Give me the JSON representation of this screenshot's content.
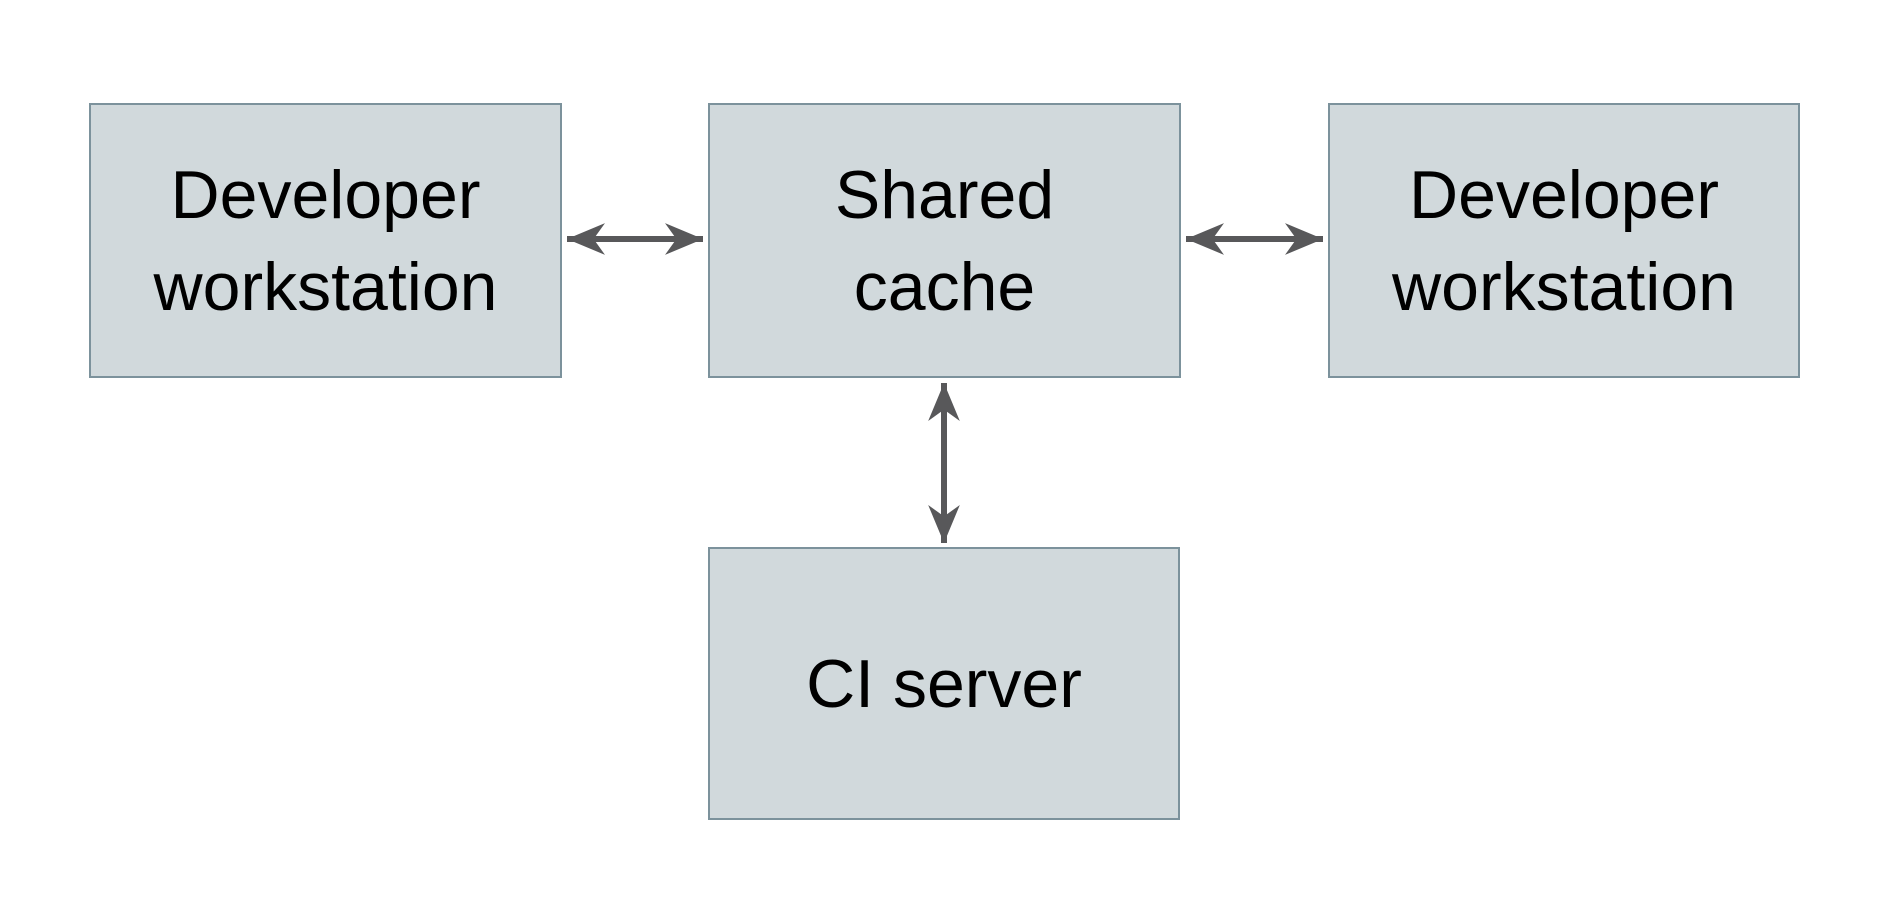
{
  "diagram": {
    "nodes": [
      {
        "id": "developer-workstation-left",
        "label": "Developer\nworkstation"
      },
      {
        "id": "shared-cache",
        "label": "Shared\ncache"
      },
      {
        "id": "developer-workstation-right",
        "label": "Developer\nworkstation"
      },
      {
        "id": "ci-server",
        "label": "CI server"
      }
    ],
    "edges": [
      {
        "from": "developer-workstation-left",
        "to": "shared-cache",
        "direction": "bidirectional"
      },
      {
        "from": "shared-cache",
        "to": "developer-workstation-right",
        "direction": "bidirectional"
      },
      {
        "from": "shared-cache",
        "to": "ci-server",
        "direction": "bidirectional"
      }
    ],
    "colors": {
      "background": "#ffffff",
      "node_fill": "#d1d9dc",
      "node_border": "#7c929c",
      "arrow": "#58585a",
      "text": "#000000"
    }
  }
}
